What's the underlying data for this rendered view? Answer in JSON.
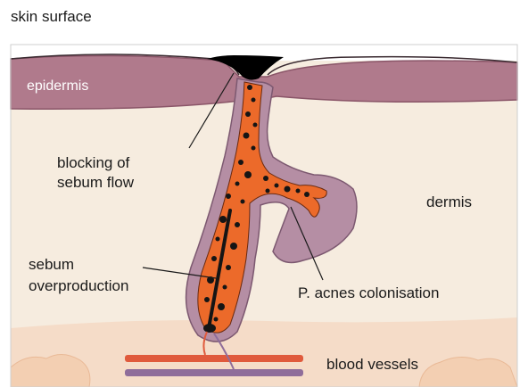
{
  "labels": {
    "skin_surface": "skin surface",
    "epidermis": "epidermis",
    "blocking_line1": "blocking of",
    "blocking_line2": "sebum flow",
    "dermis": "dermis",
    "sebum_line1": "sebum",
    "sebum_line2": "overproduction",
    "p_acnes": "P. acnes colonisation",
    "blood_vessels": "blood vessels"
  },
  "colors": {
    "epidermis": "#b07a8c",
    "dermis": "#f6ecdf",
    "gland_wall": "#b58ea4",
    "sebum": "#ec6a2a",
    "bacteria": "#151515",
    "keratin_plug": "#000000",
    "subcutis": "#f5dcc8",
    "fat_lobules": "#f0c8a8",
    "artery": "#e05a3c",
    "vein": "#8f6d9a"
  }
}
